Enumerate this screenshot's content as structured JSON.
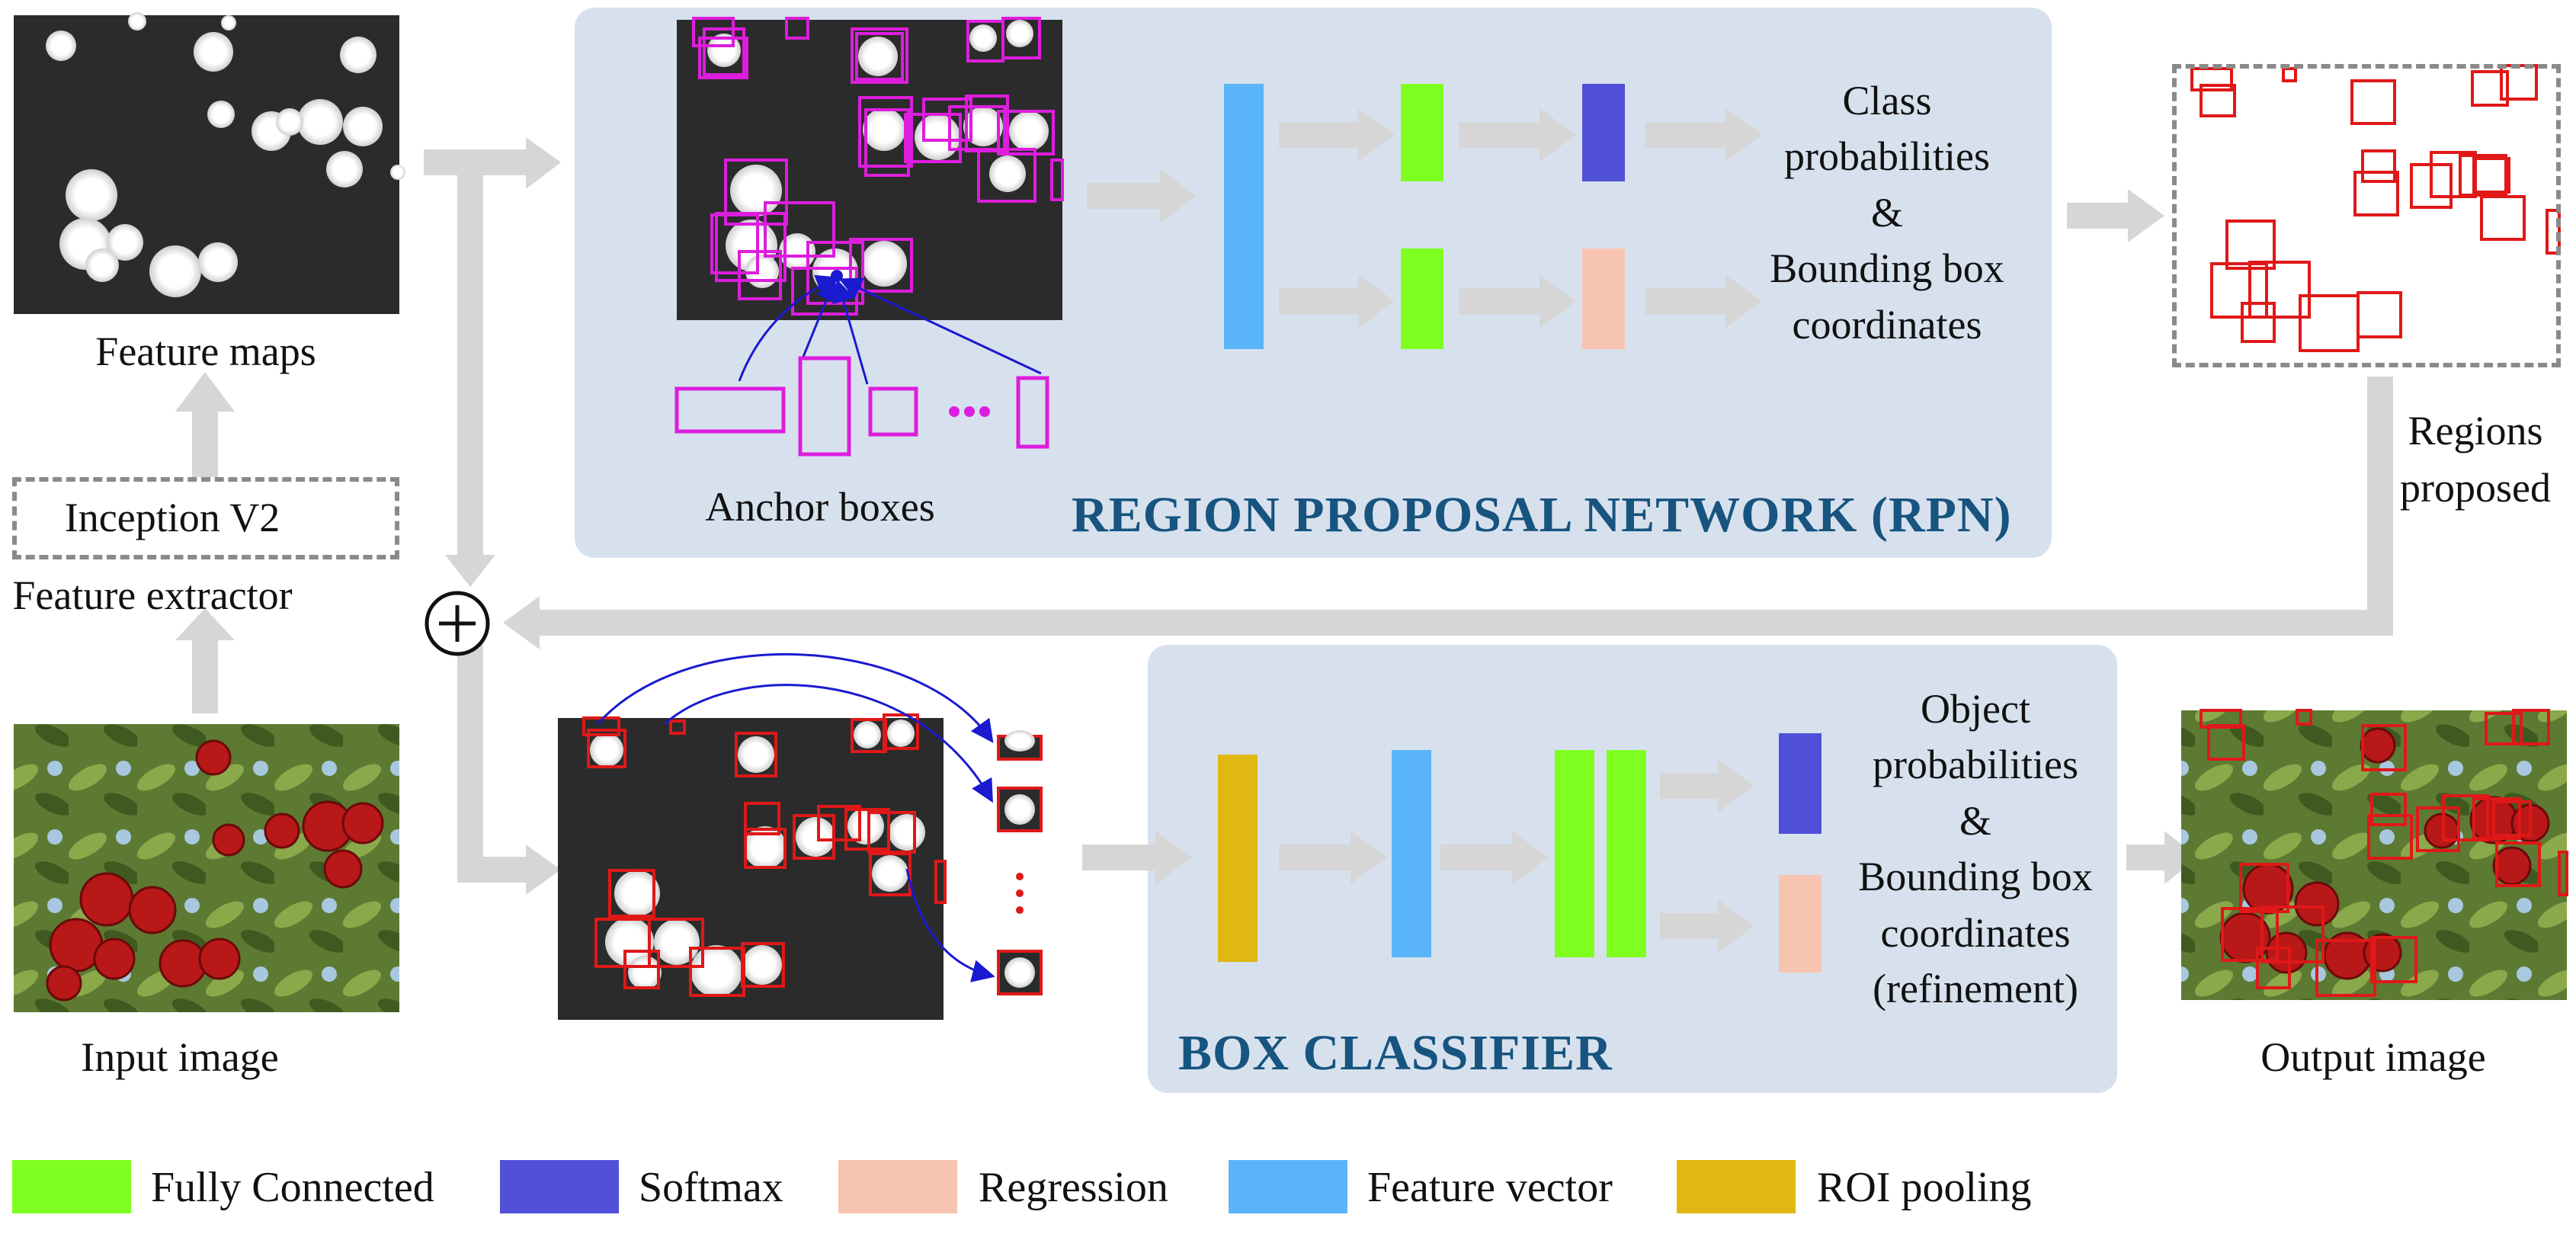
{
  "labels": {
    "feature_maps": "Feature maps",
    "inception": "Inception V2",
    "feature_extractor": "Feature extractor",
    "input_image": "Input image",
    "anchor_boxes": "Anchor boxes",
    "rpn_title": "REGION PROPOSAL NETWORK (RPN)",
    "rpn_outputs": [
      "Class",
      "probabilities",
      "&",
      "Bounding box",
      "coordinates"
    ],
    "regions_proposed": [
      "Regions",
      "proposed"
    ],
    "box_classifier_title": "BOX CLASSIFIER",
    "classifier_outputs": [
      "Object",
      "probabilities",
      "&",
      "Bounding box",
      "coordinates",
      "(refinement)"
    ],
    "output_image": "Output image",
    "plus": "+"
  },
  "legend": [
    {
      "label": "Fully Connected",
      "color": "#7fff20"
    },
    {
      "label": "Softmax",
      "color": "#5050d8"
    },
    {
      "label": "Regression",
      "color": "#f8c4b2"
    },
    {
      "label": "Feature vector",
      "color": "#5ab4f8"
    },
    {
      "label": "ROI pooling",
      "color": "#e0b812"
    }
  ],
  "colors": {
    "panel": "#d7e1ee",
    "title": "#17547f",
    "arrow": "#d6d6d6",
    "anchor": "#dd1ddd",
    "proposal": "#e01818",
    "pointer": "#1a1ad0",
    "feature_map_bg": "#2b2b2b"
  }
}
